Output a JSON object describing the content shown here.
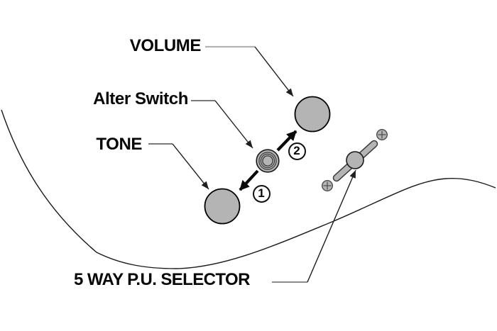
{
  "diagram": {
    "background": "#ffffff",
    "labels": {
      "volume": "VOLUME",
      "alter_switch": "Alter Switch",
      "tone": "TONE",
      "selector": "5 WAY P.U. SELECTOR"
    },
    "badges": {
      "tone_direction": "1",
      "volume_direction": "2"
    },
    "colors": {
      "knob_fill": "#b4b4b4",
      "knob_outline": "#000000",
      "line_dark": "#1f1f1f",
      "leader_gray": "#b3b3b3",
      "selector_leader_gray": "#666666",
      "ring_stroke": "#3a3a3a",
      "label_text": "#070707"
    },
    "icons": {
      "screw": "screw-icon",
      "leader_arrowhead": "arrowhead-icon",
      "direction_arrow": "thick-arrow-icon"
    }
  }
}
